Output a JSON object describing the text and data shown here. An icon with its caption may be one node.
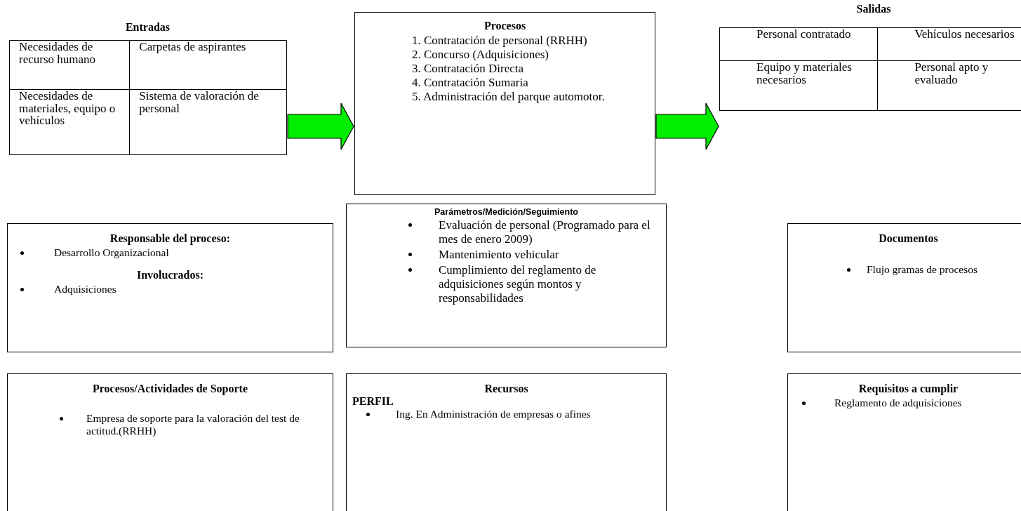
{
  "diagram": {
    "nodes": [
      {
        "text": [
          "Entradas",
          "Necesidades de recurso humano",
          "Carpetas de aspirantes",
          "Necesidades de materiales, equipo o vehículos",
          "Sistema de valoración de personal"
        ]
      },
      {
        "text": [
          "Procesos",
          "1. Contratación de personal (RRHH)",
          "2. Concurso (Adquisiciones)",
          "3. Contratación Directa",
          "4. Contratación Sumaria",
          "5. Administración del parque automotor."
        ]
      },
      {
        "text": [
          "Salidas",
          "Personal contratado",
          "Vehículos necesarios",
          "Equipo y materiales necesarios",
          "Personal apto y evaluado"
        ]
      },
      {
        "text": [
          "**Responsable del proceso**:",
          "Desarrollo Organizacional",
          "Involucrados:",
          "Adquisiciones"
        ]
      },
      {
        "text": [
          "Parámetros/Medición/Seguimiento",
          "Evaluación de personal  (Programado para el mes de enero 2009)",
          "Mantenimiento vehicular",
          "Cumplimiento del reglamento de adquisiciones según montos y responsabilidades"
        ]
      },
      {
        "text": [
          "Documentos",
          "Flujo gramas de procesos"
        ]
      },
      {
        "text": [
          "Procesos/Actividades de Soporte",
          "Empresa de soporte para la valoración del test de actitud.(RRHH)"
        ]
      },
      {
        "text": [
          "Recursos",
          "PERFIL",
          "Ing. En Administración de empresas o afines"
        ]
      },
      {
        "text": [
          "Requisitos a cumplir",
          "Reglamento de adquisiciones"
        ]
      }
    ],
    "edges": [
      {
        "from": 0,
        "to": 1,
        "arrow": "to"
      },
      {
        "from": 1,
        "to": 2,
        "arrow": "to"
      }
    ]
  }
}
